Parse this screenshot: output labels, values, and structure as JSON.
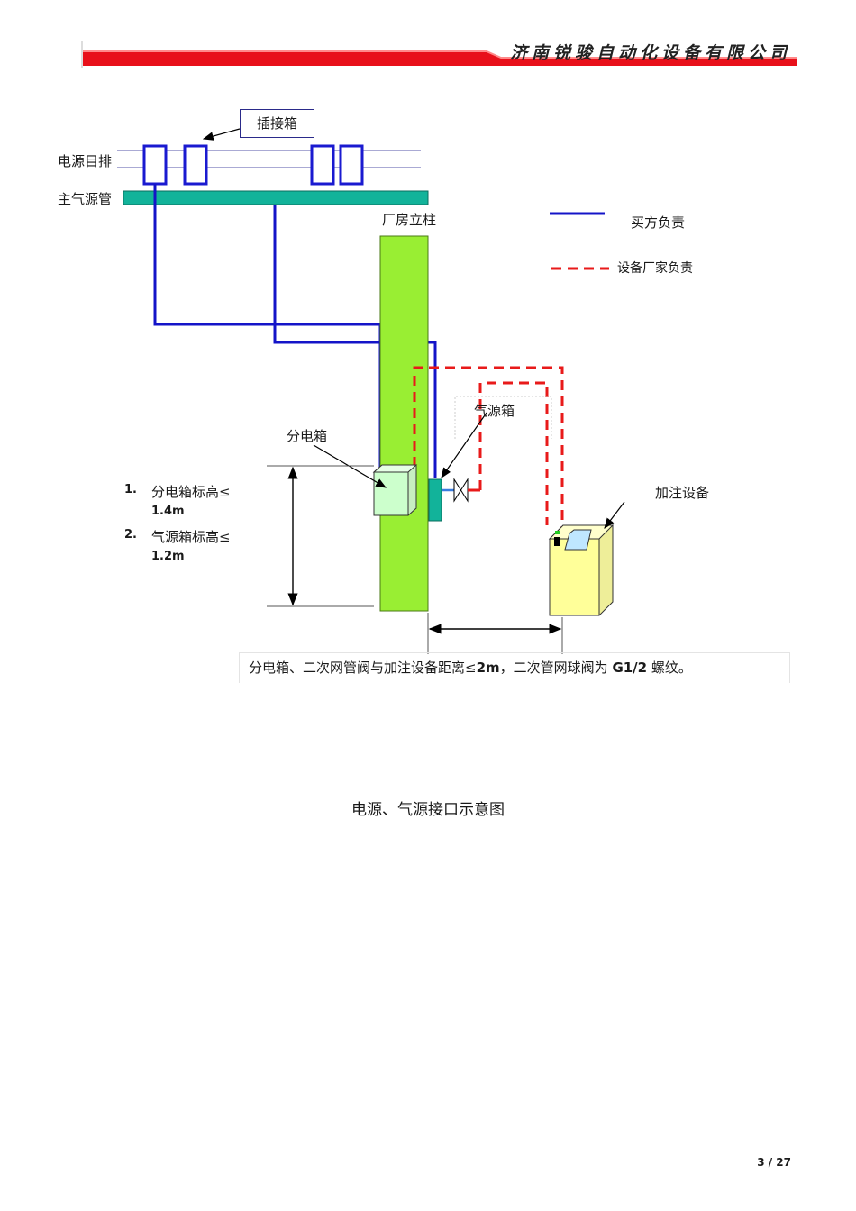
{
  "header": {
    "company": "济南锐骏自动化设备有限公司"
  },
  "diagram": {
    "socket_box": "插接箱",
    "busbar": "电源目排",
    "main_air_pipe": "主气源管",
    "column": "厂房立柱",
    "legend_buyer": "买方负责",
    "legend_maker": "设备厂家负责",
    "air_box": "气源箱",
    "dist_box": "分电箱",
    "equipment": "加注设备"
  },
  "notes": [
    {
      "num": "1.",
      "text": "分电箱标高≤",
      "value": "1.4m"
    },
    {
      "num": "2.",
      "text": "气源箱标高≤",
      "value": "1.2m"
    }
  ],
  "distance_note": {
    "part1": "分电箱、二次网管阀与加注设备距离≤",
    "bold1": "2m",
    "part2": "，二次管网球阀为 ",
    "bold2": "G1/2",
    "part3": " 螺纹。"
  },
  "caption": "电源、气源接口示意图",
  "page": {
    "current": "3",
    "sep": " / ",
    "total": "27"
  },
  "colors": {
    "header_bar": "#e8101a",
    "buyer_line": "#1414c8",
    "maker_line": "#e81a1a",
    "column": "#99ee33",
    "air_pipe": "#12b39a"
  }
}
